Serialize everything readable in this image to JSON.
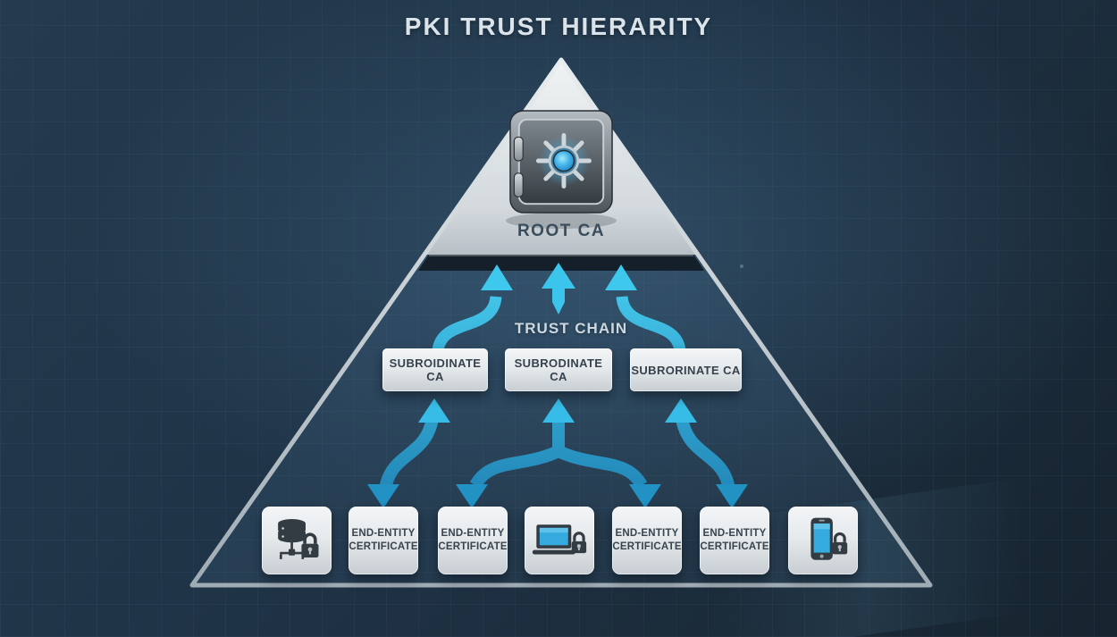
{
  "title": "PKI TRUST HIERARITY",
  "pyramid": {
    "root": {
      "label": "ROOT CA",
      "icon": "vault-dial-icon"
    },
    "trust_chain_label": "TRUST CHAIN",
    "subordinate_cas": [
      {
        "label": "SUBROIDINATE CA"
      },
      {
        "label": "SUBRODINATE CA"
      },
      {
        "label": "SUBRORINATE CA"
      }
    ],
    "bottom_row": [
      {
        "kind": "icon-tile",
        "icon": "database-lock-icon"
      },
      {
        "kind": "certificate-box",
        "line1": "END-ENTITY",
        "line2": "CERTIFICATE"
      },
      {
        "kind": "certificate-box",
        "line1": "END-ENTITY",
        "line2": "CERTIFICATE"
      },
      {
        "kind": "icon-tile",
        "icon": "laptop-lock-icon"
      },
      {
        "kind": "certificate-box",
        "line1": "END-ENTITY",
        "line2": "CERTIFICATE"
      },
      {
        "kind": "certificate-box",
        "line1": "END-ENTITY",
        "line2": "CERTIFICATE"
      },
      {
        "kind": "icon-tile",
        "icon": "smartphone-lock-icon"
      }
    ]
  },
  "colors": {
    "background": "#1f3346",
    "arrow_cyan_light": "#49cff1",
    "arrow_cyan_dark": "#1e7fb2",
    "panel_silver": "#e6eaec",
    "band_dark": "#141f29",
    "text_dark": "#36424d",
    "text_light": "#dbe3ea",
    "dial_blue": "#3fb9ec"
  }
}
